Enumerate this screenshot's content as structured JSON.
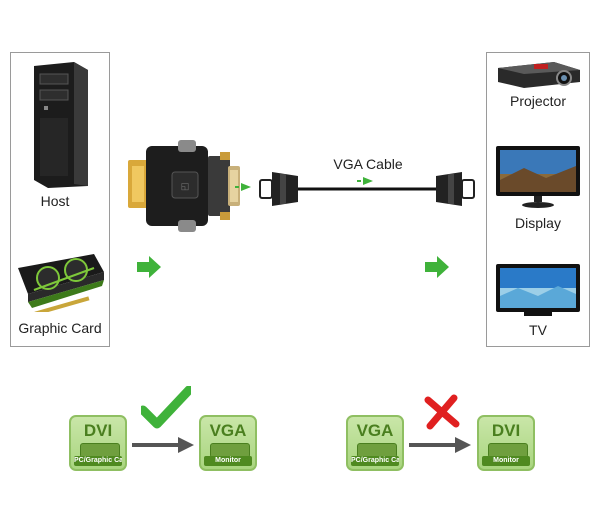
{
  "left_panel": {
    "host_label": "Host",
    "graphics_label": "Graphic Card"
  },
  "cable": {
    "label": "VGA Cable"
  },
  "right_panel": {
    "projector_label": "Projector",
    "display_label": "Display",
    "tv_label": "TV"
  },
  "correct_example": {
    "from": "DVI",
    "from_sub": "PC/Graphic Card",
    "to": "VGA",
    "to_sub": "Monitor",
    "status": "check"
  },
  "wrong_example": {
    "from": "VGA",
    "from_sub": "PC/Graphic Card",
    "to": "DVI",
    "to_sub": "Monitor",
    "status": "cross"
  },
  "colors": {
    "accent_green": "#3fb23a",
    "badge_green": "#a9d57f",
    "cross_red": "#e02020"
  }
}
